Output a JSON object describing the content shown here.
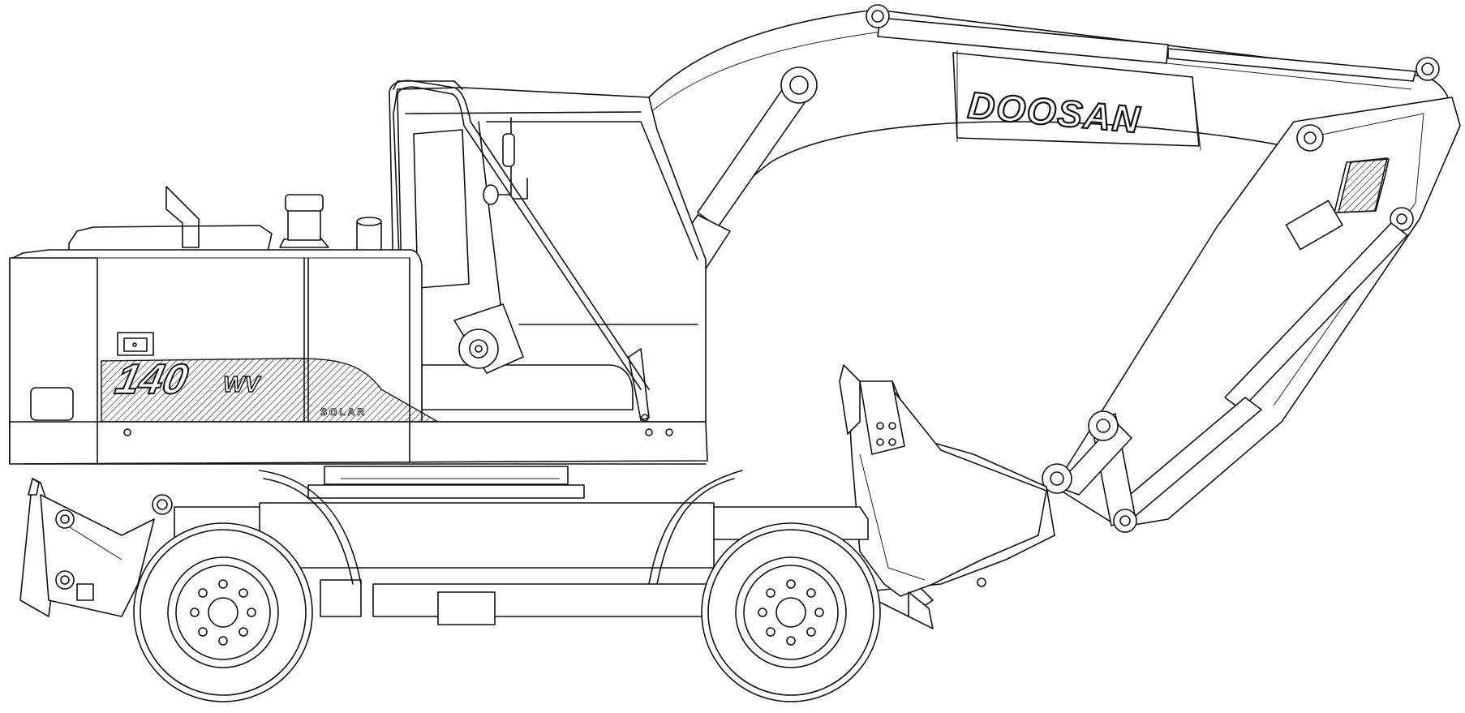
{
  "illustration": {
    "brand_text": "DOOSAN",
    "model_number": "140",
    "model_suffix": "WV",
    "series_text": "SOLAR",
    "line_color": "#111111",
    "background_color": "#ffffff"
  }
}
